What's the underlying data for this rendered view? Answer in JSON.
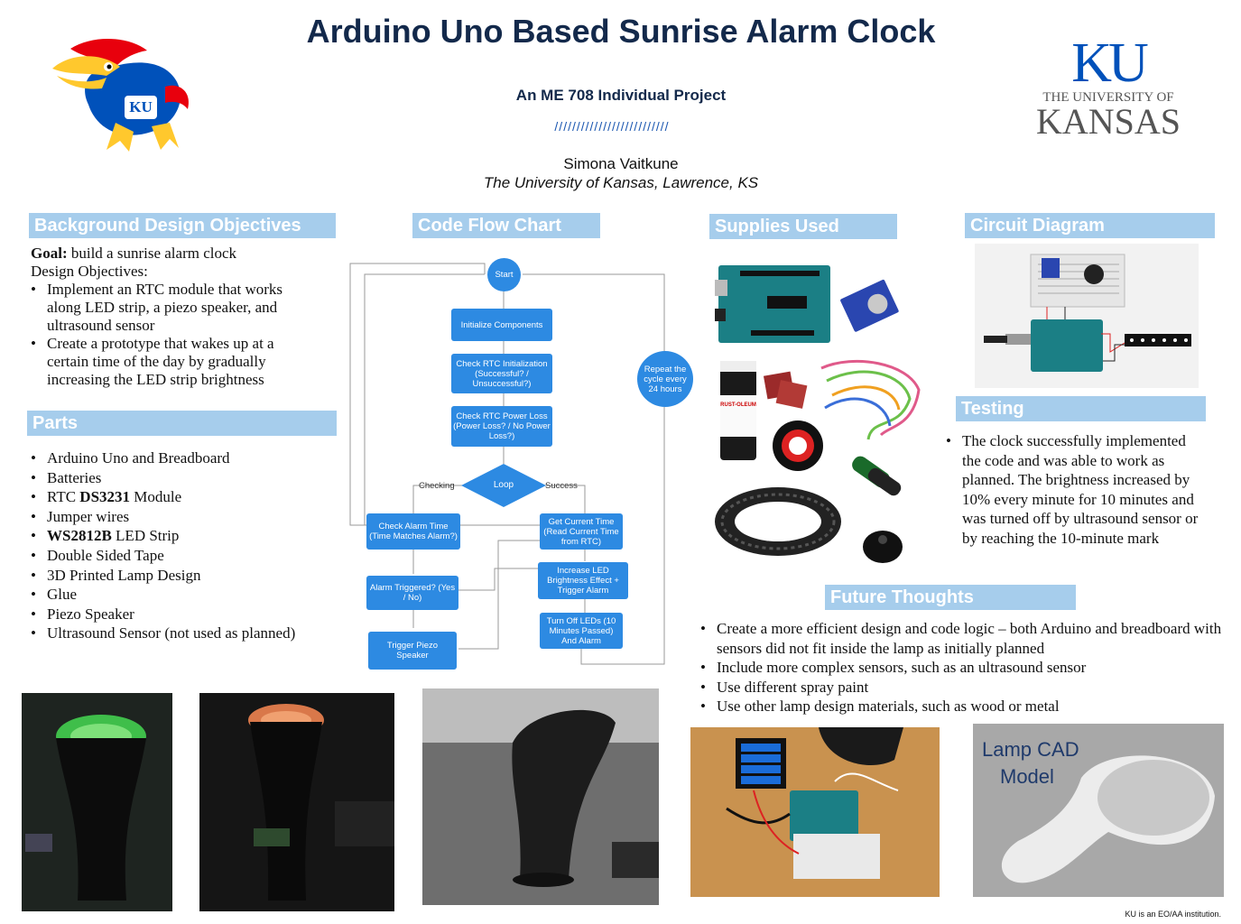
{
  "header": {
    "title": "Arduino Uno Based Sunrise Alarm Clock",
    "subtitle": "An ME 708 Individual Project",
    "divider": "//////////////////////////",
    "author": "Simona Vaitkune",
    "affiliation": "The University of Kansas, Lawrence, KS",
    "logo_right": {
      "mark": "KU",
      "line1": "THE UNIVERSITY OF",
      "line2": "KANSAS"
    },
    "logo_left_mark": "KU"
  },
  "background": {
    "heading": "Background Design Objectives",
    "goal_label": "Goal:",
    "goal_text": " build a sunrise alarm clock",
    "objectives_label": "Design Objectives:",
    "objectives": [
      "Implement an RTC module that works along LED strip, a piezo speaker, and ultrasound sensor",
      "Create a prototype that wakes up at a certain time of the day by gradually increasing the LED strip brightness"
    ]
  },
  "parts": {
    "heading": "Parts",
    "items": [
      {
        "pre": "Arduino Uno and Breadboard",
        "bold": "",
        "post": ""
      },
      {
        "pre": "Batteries",
        "bold": "",
        "post": ""
      },
      {
        "pre": "RTC ",
        "bold": "DS3231",
        "post": " Module"
      },
      {
        "pre": "Jumper wires",
        "bold": "",
        "post": ""
      },
      {
        "pre": "",
        "bold": "WS2812B",
        "post": " LED Strip"
      },
      {
        "pre": "Double Sided Tape",
        "bold": "",
        "post": ""
      },
      {
        "pre": "3D Printed Lamp Design",
        "bold": "",
        "post": ""
      },
      {
        "pre": "Glue",
        "bold": "",
        "post": ""
      },
      {
        "pre": "Piezo Speaker",
        "bold": "",
        "post": ""
      },
      {
        "pre": "Ultrasound Sensor (not used as planned)",
        "bold": "",
        "post": ""
      }
    ]
  },
  "flowchart": {
    "heading": "Code Flow Chart",
    "start": "Start",
    "init": "Initialize Components",
    "check_rtc": "Check RTC Initialization (Successful? / Unsuccessful?)",
    "check_power": "Check RTC Power Loss (Power Loss? / No Power Loss?)",
    "loop": "Loop",
    "label_checking": "Checking",
    "label_success": "Success",
    "check_alarm": "Check Alarm Time (Time Matches Alarm?)",
    "get_time": "Get Current Time (Read Current Time from RTC)",
    "alarm_triggered": "Alarm Triggered? (Yes / No)",
    "increase_led": "Increase LED Brightness Effect + Trigger Alarm",
    "trigger_piezo": "Trigger Piezo Speaker",
    "turn_off": "Turn Off LEDs (10 Minutes Passed) And Alarm",
    "repeat": "Repeat the cycle every 24 hours"
  },
  "supplies": {
    "heading": "Supplies Used",
    "can_label": "RUST-OLEUM"
  },
  "circuit": {
    "heading": "Circuit Diagram"
  },
  "testing": {
    "heading": "Testing",
    "text": "The clock successfully implemented the code and was able to work as planned. The brightness increased by 10% every minute for 10 minutes and was turned off by ultrasound sensor or by reaching the 10-minute mark"
  },
  "future": {
    "heading": "Future Thoughts",
    "items": [
      "Create a more efficient design and code logic – both Arduino and breadboard with sensors did not fit inside the lamp as initially planned",
      "Include more complex sensors, such as an ultrasound sensor",
      "Use different spray paint",
      "Use other lamp design materials, such as wood or metal"
    ]
  },
  "cad": {
    "label_line1": "Lamp CAD",
    "label_line2": "Model"
  },
  "footer": "KU is an EO/AA institution.",
  "colors": {
    "ku_blue": "#13294b",
    "header_bar": "#a6cdec",
    "flow_blue": "#2d8ae2",
    "ku_crimson": "#e8000d"
  }
}
